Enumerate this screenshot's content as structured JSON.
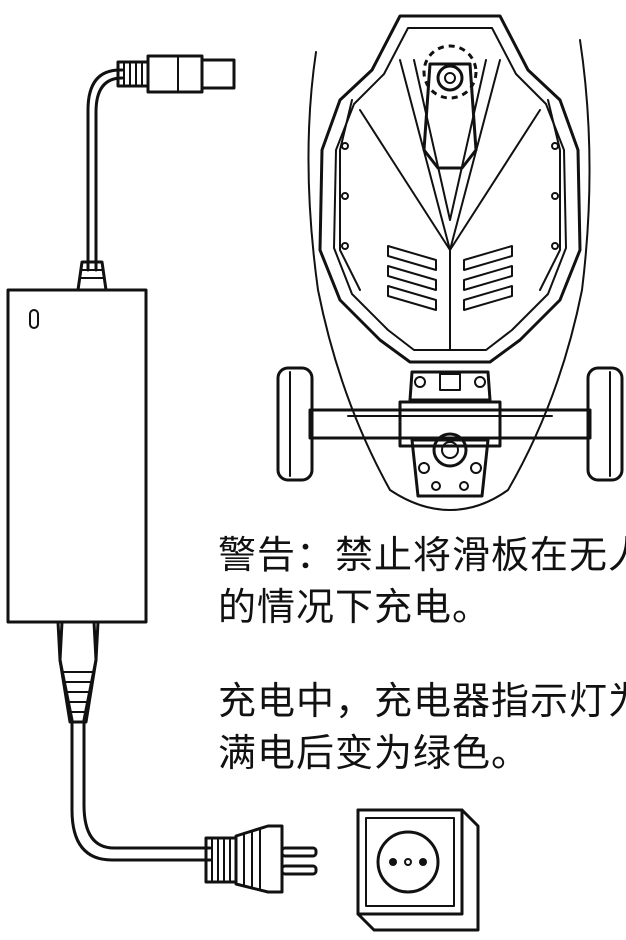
{
  "instructions": {
    "warning_line1": "警告：禁止将滑板在无人",
    "warning_line2": "的情况下充电。",
    "note_line1": "充电中，充电器指示灯为",
    "note_line2": "满电后变为绿色。"
  },
  "icons": [
    "charger-icon",
    "skateboard-icon",
    "plug-icon",
    "wall-socket-icon"
  ],
  "colors": {
    "ink": "#111111",
    "background": "#ffffff"
  }
}
